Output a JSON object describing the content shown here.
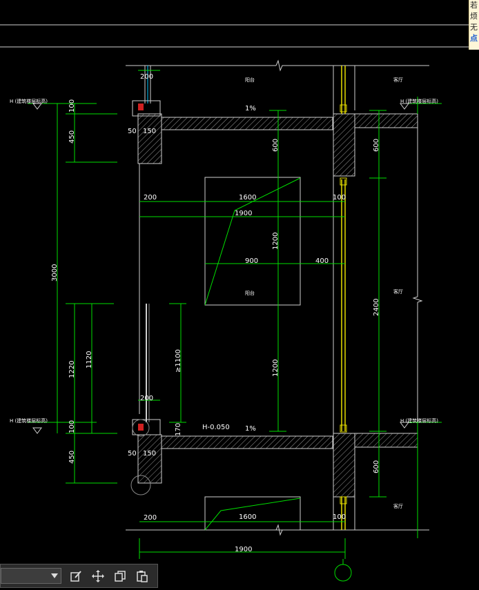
{
  "tooltip": {
    "lines": [
      "若",
      "烦",
      "无",
      "点"
    ]
  },
  "drawing": {
    "dims": {
      "top_200": "200",
      "top_150": "150",
      "top_50": "50",
      "left_100_top": "100",
      "left_450_top": "450",
      "left_3000": "3000",
      "left_1220": "1220",
      "left_1120": "1120",
      "left_100_bot": "100",
      "left_450_bot": "450",
      "ge1100": "≥1100",
      "mid_200_a": "200",
      "mid_200_b": "200",
      "bot_200": "200",
      "bot_150": "150",
      "bot_50": "50",
      "bot_170": "170",
      "w1600_a": "1600",
      "w1600_b": "1600",
      "w1900_a": "1900",
      "w1900_b": "1900",
      "w900": "900",
      "w400": "400",
      "w100_a": "100",
      "w100_b": "100",
      "h600_a": "600",
      "h600_b": "600",
      "h600_c": "600",
      "h1200_a": "1200",
      "h1200_b": "1200",
      "h2400": "2400",
      "slope_a": "1%",
      "slope_b": "1%",
      "elev": "H-0.050"
    },
    "labels": {
      "level_h_1": "H (建筑楼层标高)",
      "level_h_2": "H (建筑楼层标高)",
      "level_h_3": "H (建筑楼层标高)",
      "level_h_4": "H (建筑楼层标高)",
      "room_top": "阳台",
      "room_right_top": "客厅",
      "room_right_mid": "客厅",
      "room_right_bot": "客厅",
      "window_label": "阳台"
    }
  },
  "toolbar": {
    "icons": [
      "edit-icon",
      "move-icon",
      "copy-icon",
      "paste-icon"
    ]
  }
}
